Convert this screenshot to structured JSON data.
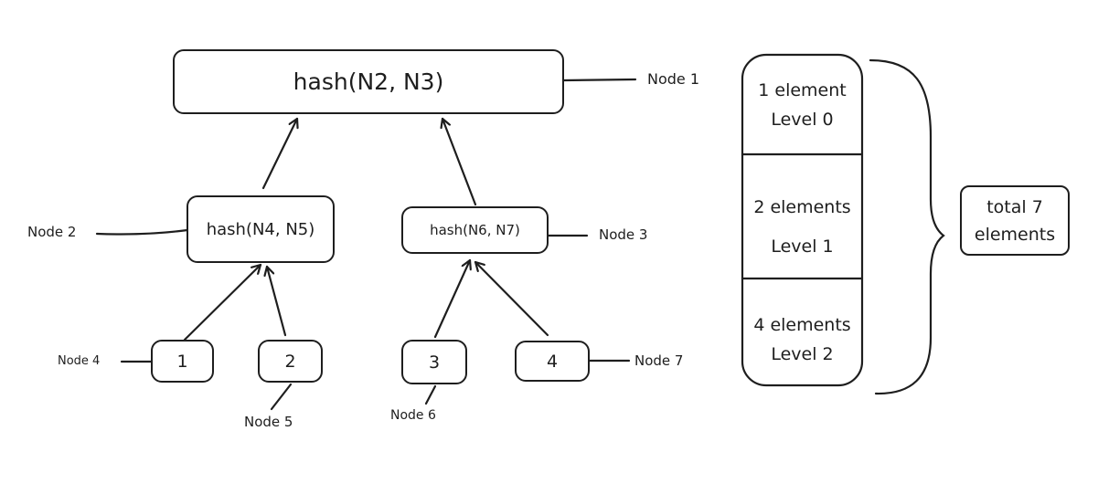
{
  "nodes": {
    "root": {
      "text": "hash(N2, N3)",
      "label": "Node 1"
    },
    "n2": {
      "text": "hash(N4, N5)",
      "label": "Node 2"
    },
    "n3": {
      "text": "hash(N6, N7)",
      "label": "Node 3"
    },
    "leaf1": {
      "text": "1",
      "label": "Node 4"
    },
    "leaf2": {
      "text": "2",
      "label": "Node 5"
    },
    "leaf3": {
      "text": "3",
      "label": "Node 6"
    },
    "leaf4": {
      "text": "4",
      "label": "Node 7"
    }
  },
  "levels": [
    {
      "count": "1 element",
      "level": "Level 0"
    },
    {
      "count": "2 elements",
      "level": "Level 1"
    },
    {
      "count": "4 elements",
      "level": "Level 2"
    }
  ],
  "total": {
    "line1": "total 7",
    "line2": "elements"
  },
  "colors": {
    "stroke": "#1e1e1e",
    "background": "#ffffff"
  }
}
